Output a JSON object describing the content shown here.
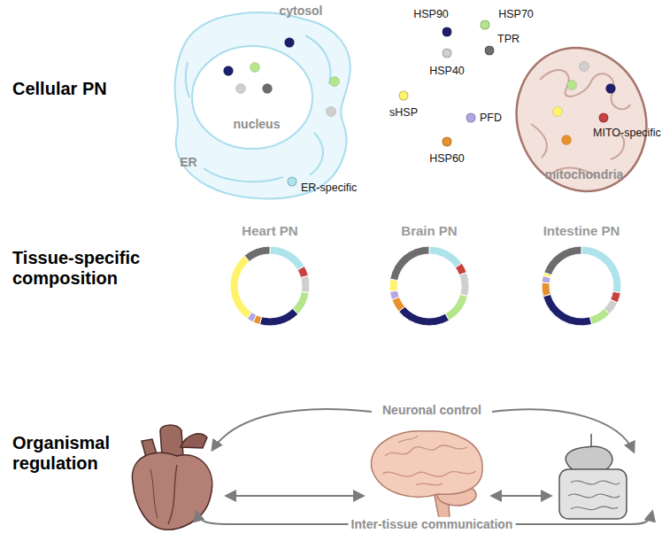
{
  "diagram": {
    "nodes": [
      {
        "text": [
          "Heart PN"
        ]
      },
      {
        "text": [
          "Brain PN"
        ]
      },
      {
        "text": [
          "Intestine PN"
        ]
      }
    ],
    "labels": [
      "Cellular PN",
      "Tissue-specific composition",
      "Organismal regulation",
      "cytosol",
      "nucleus",
      "ER",
      "mitochondria",
      "Neuronal control",
      "Inter-tissue communication"
    ],
    "legend": [
      {
        "text": "HSP90",
        "color": "#1d1f6b"
      },
      {
        "text": "HSP70",
        "color": "#b5e68c"
      },
      {
        "text": "TPR",
        "color": "#6d6d6d"
      },
      {
        "text": "HSP40",
        "color": "#cfcfcf"
      },
      {
        "text": "sHSP",
        "color": "#fff36b"
      },
      {
        "text": "PFD",
        "color": "#b3a6e6"
      },
      {
        "text": "MITO-specific",
        "color": "#c8423f"
      },
      {
        "text": "HSP60",
        "color": "#e8922f"
      },
      {
        "text": "ER-specific",
        "color": "#aee3ec"
      }
    ]
  }
}
